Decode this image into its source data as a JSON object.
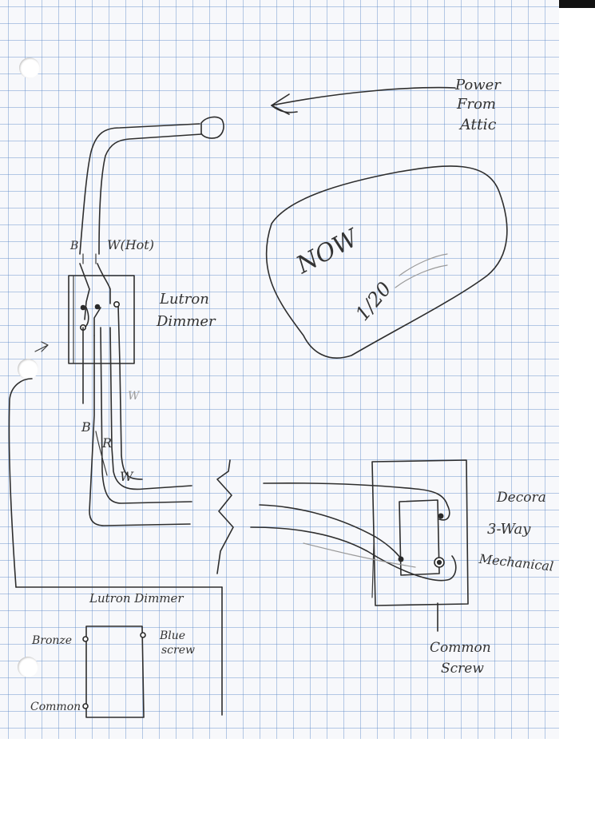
{
  "labels": {
    "power_line1": "Power",
    "power_line2": "From",
    "power_line3": "Attic",
    "wire_b_top": "B",
    "wire_w_hot": "W(Hot)",
    "dimmer_line1": "Lutron",
    "dimmer_line2": "Dimmer",
    "wire_w_mid": "W",
    "wire_b_low": "B",
    "wire_r": "R",
    "wire_w_low": "W",
    "now_word": "NOW",
    "now_ratio": "1/20",
    "decora_line1": "Decora",
    "decora_line2": "3-Way",
    "decora_line3": "Mechanical",
    "common_line1": "Common",
    "common_line2": "Screw",
    "legend_title": "Lutron Dimmer",
    "legend_bronze": "Bronze",
    "legend_blue_line1": "Blue",
    "legend_blue_line2": "screw",
    "legend_common": "Common"
  }
}
